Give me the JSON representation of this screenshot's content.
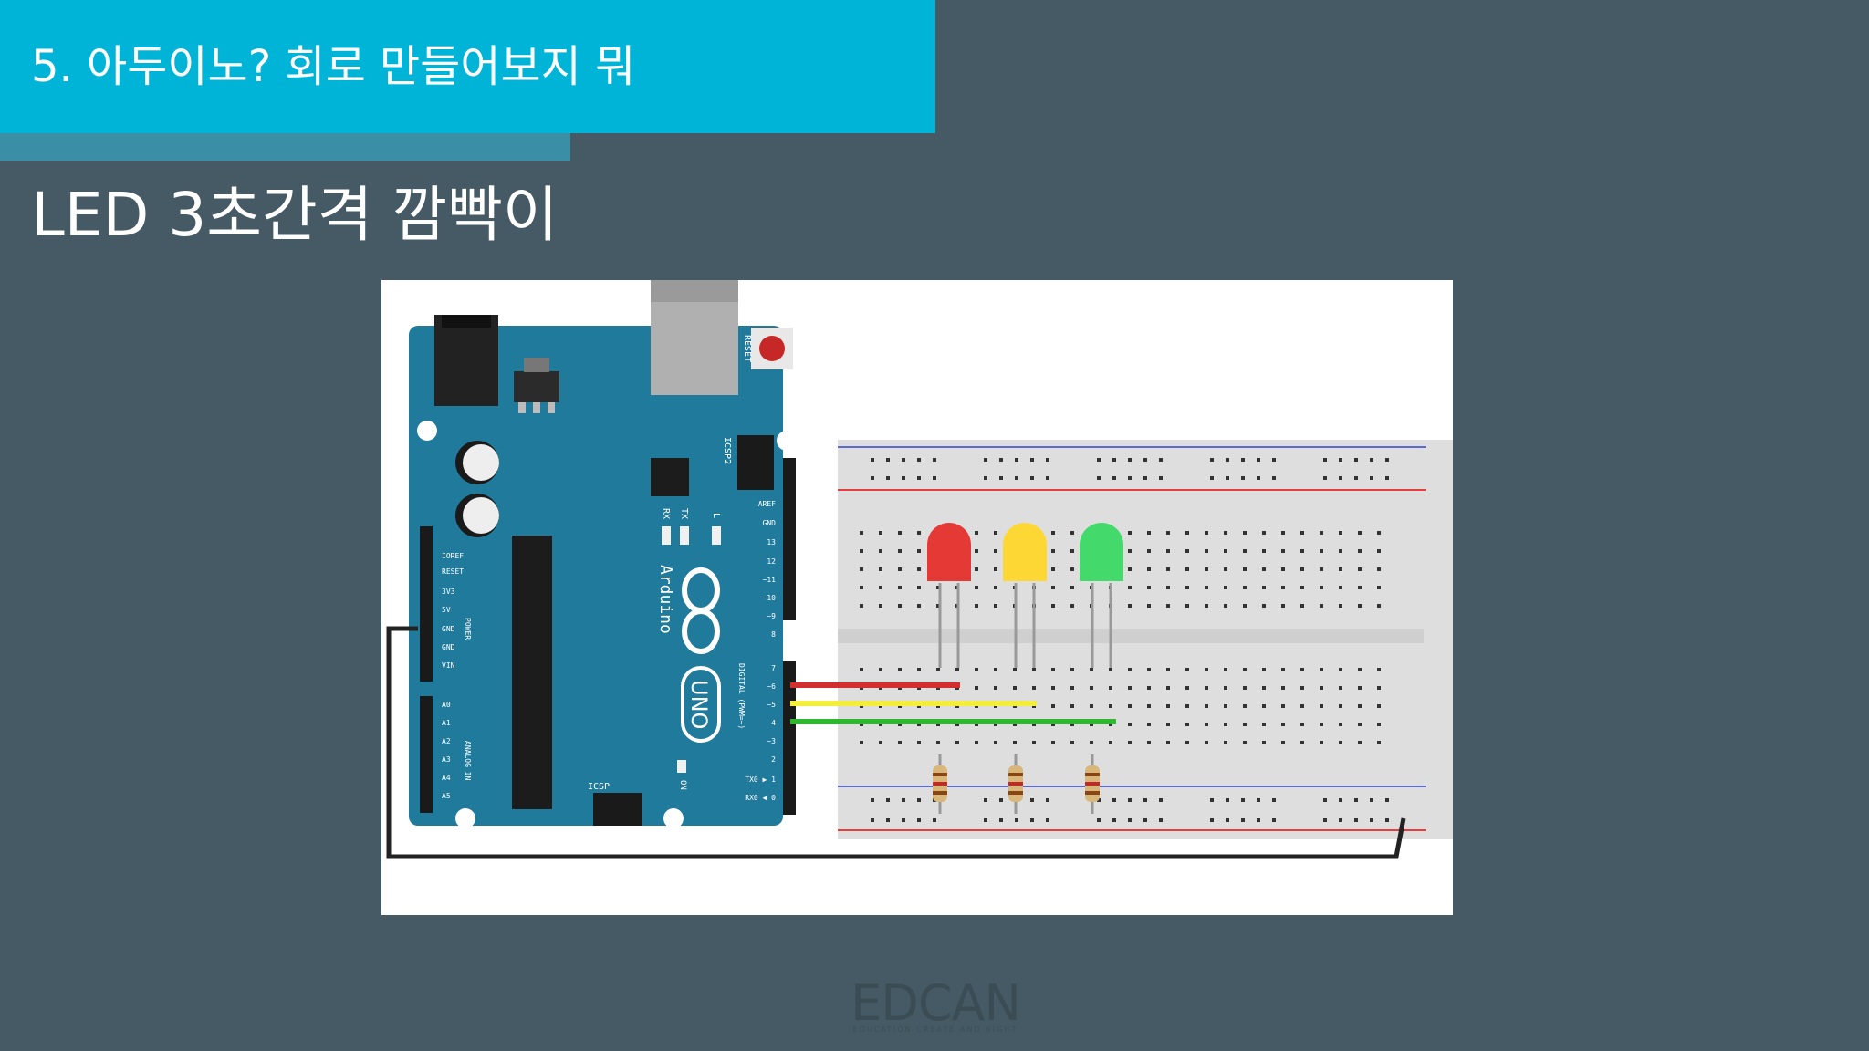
{
  "header": {
    "section_title": "5. 아두이노? 회로 만들어보지 뭐",
    "accent_color": "#00b4d8"
  },
  "slide": {
    "heading": "LED 3초간격 깜빡이",
    "background_color": "#455a64"
  },
  "diagram": {
    "board": {
      "brand": "Arduino",
      "model": "UNO",
      "color": "#1f7a9c",
      "labels": {
        "reset": "RESET",
        "icsp2": "ICSP2",
        "icsp": "ICSP",
        "tx": "TX",
        "rx": "RX",
        "l": "L",
        "on": "ON",
        "digital": "DIGITAL (PWM=~)",
        "power": "POWER",
        "analog": "ANALOG IN",
        "pins_power": [
          "IOREF",
          "RESET",
          "3V3",
          "5V",
          "GND",
          "GND",
          "VIN"
        ],
        "pins_analog": [
          "A0",
          "A1",
          "A2",
          "A3",
          "A4",
          "A5"
        ],
        "pins_digital_top": [
          "AREF",
          "GND",
          "13",
          "12",
          "~11",
          "~10",
          "~9",
          "8"
        ],
        "pins_digital_bottom": [
          "7",
          "~6",
          "~5",
          "4",
          "~3",
          "2",
          "TX0 ▶ 1",
          "RX0 ◀ 0"
        ]
      }
    },
    "leds": [
      {
        "color_name": "red",
        "color": "#e53935"
      },
      {
        "color_name": "yellow",
        "color": "#fdd835"
      },
      {
        "color_name": "green",
        "color": "#43d96b"
      }
    ],
    "wires": [
      {
        "from": "~6",
        "color": "#d32f2f"
      },
      {
        "from": "~5",
        "color": "#f2ee3a"
      },
      {
        "from": "4",
        "color": "#2eb82e"
      },
      {
        "from": "GND",
        "color": "#222222"
      }
    ]
  },
  "logo": {
    "text": "EDCAN",
    "tagline": "EDUCATION CREATE AND NIGHT"
  }
}
